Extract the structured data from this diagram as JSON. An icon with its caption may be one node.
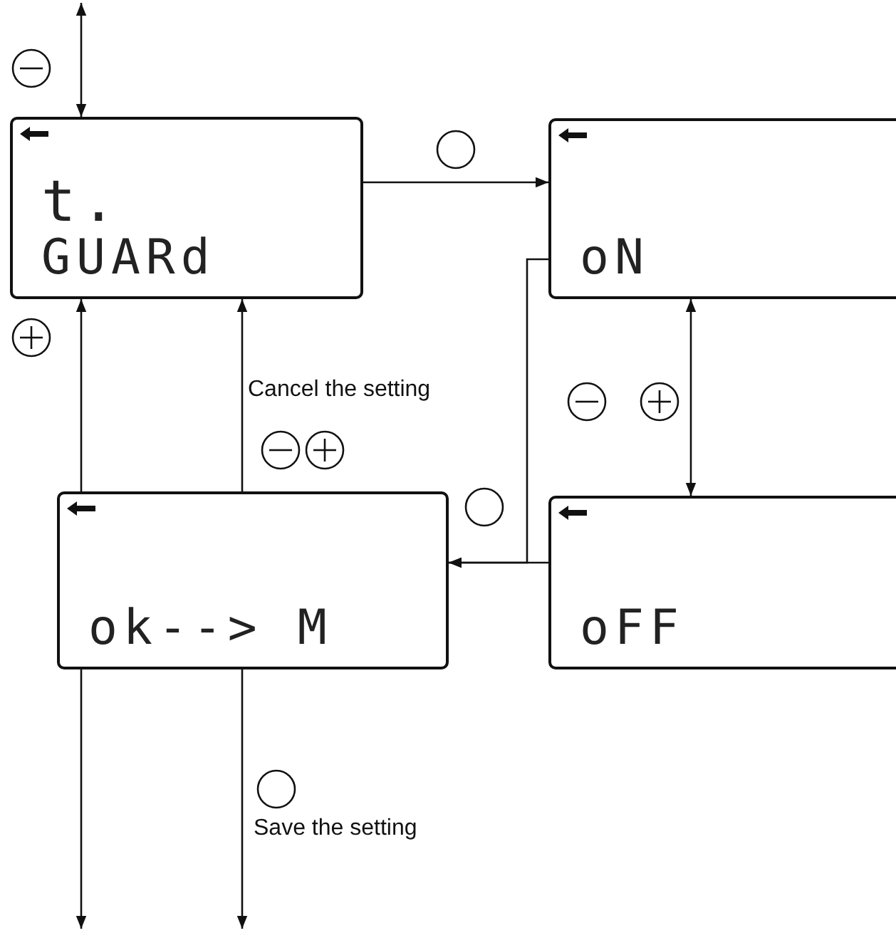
{
  "diagram": {
    "nodes": [
      {
        "text": [
          "t.",
          "GUARd"
        ]
      },
      {
        "text": [
          "oN"
        ]
      },
      {
        "text": [
          "ok--> M"
        ]
      },
      {
        "text": [
          "oFF"
        ]
      }
    ],
    "edges": [
      {
        "from": null,
        "to": 0,
        "arrow": "both"
      },
      {
        "from": 0,
        "to": null,
        "arrow": "both"
      },
      {
        "from": 0,
        "to": 1,
        "arrow": "to"
      },
      {
        "from": 1,
        "to": 2,
        "arrow": "to"
      },
      {
        "from": 3,
        "to": 2,
        "arrow": "to"
      },
      {
        "from": 1,
        "to": 3,
        "arrow": "both"
      },
      {
        "from": 2,
        "to": 0,
        "arrow": "to",
        "label": "Cancel the setting"
      },
      {
        "from": 2,
        "to": null,
        "arrow": "to",
        "label": "Save the setting"
      }
    ]
  }
}
